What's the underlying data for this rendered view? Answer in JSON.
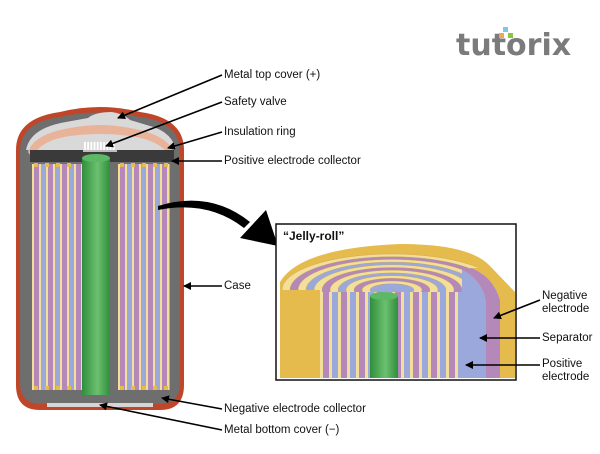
{
  "logo": {
    "text": "tutorix",
    "dot_colors": [
      "#f2a65a",
      "#7ec8e3",
      "#8cc63f"
    ]
  },
  "diagram": {
    "title": "Lithium-ion cylindrical cell",
    "cell_labels": {
      "metal_top_cover": "Metal top cover (+)",
      "safety_valve": "Safety valve",
      "insulation_ring": "Insulation ring",
      "positive_electrode_collector": "Positive electrode collector",
      "case": "Case",
      "negative_electrode_collector": "Negative electrode collector",
      "metal_bottom_cover": "Metal bottom cover (−)"
    },
    "jelly_roll": {
      "title": "“Jelly-roll”",
      "labels": {
        "negative_electrode": "Negative electrode",
        "separator": "Separator",
        "positive_electrode": "Positive electrode"
      }
    },
    "colors": {
      "case_red": "#c0462a",
      "case_gray": "#6e6e6e",
      "top_cover": "#d9d9d9",
      "insulation": "#e9b39a",
      "collector_dark": "#3a3a3a",
      "core_green": "#3aa348",
      "layer_purple": "#b488b8",
      "layer_blue": "#9aa8dc",
      "layer_cream": "#f3df9a",
      "layer_gold": "#e5bb4d",
      "arrow": "#000000"
    }
  }
}
